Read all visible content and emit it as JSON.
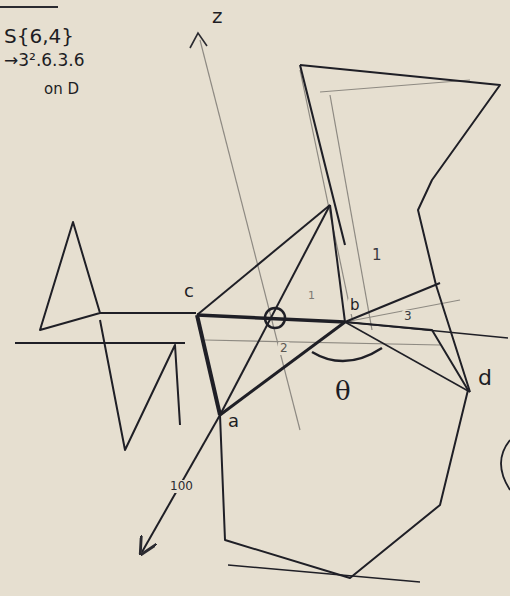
{
  "diagram": {
    "labels": [
      "S{6,4}",
      "→3².6.3.6",
      "on D",
      "z",
      "c",
      "b",
      "a",
      "d",
      "θ",
      "1",
      "1",
      "2",
      "3",
      "100"
    ]
  }
}
